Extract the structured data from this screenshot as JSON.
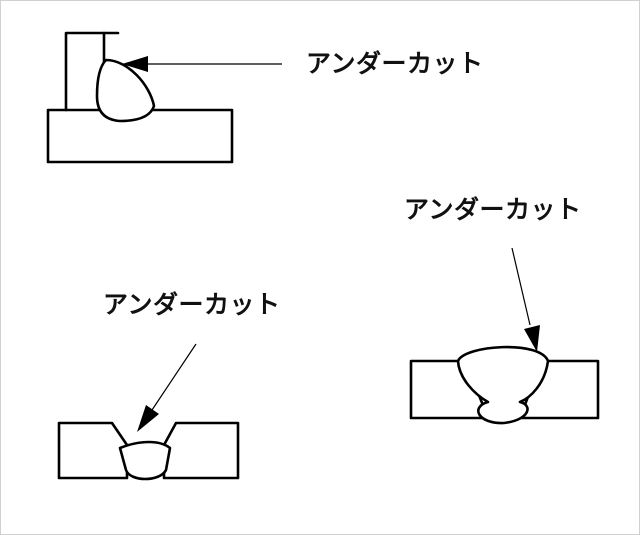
{
  "labels": {
    "fillet_weld": "アンダーカット",
    "butt_weld_convex": "アンダーカット",
    "butt_weld_groove": "アンダーカット"
  }
}
